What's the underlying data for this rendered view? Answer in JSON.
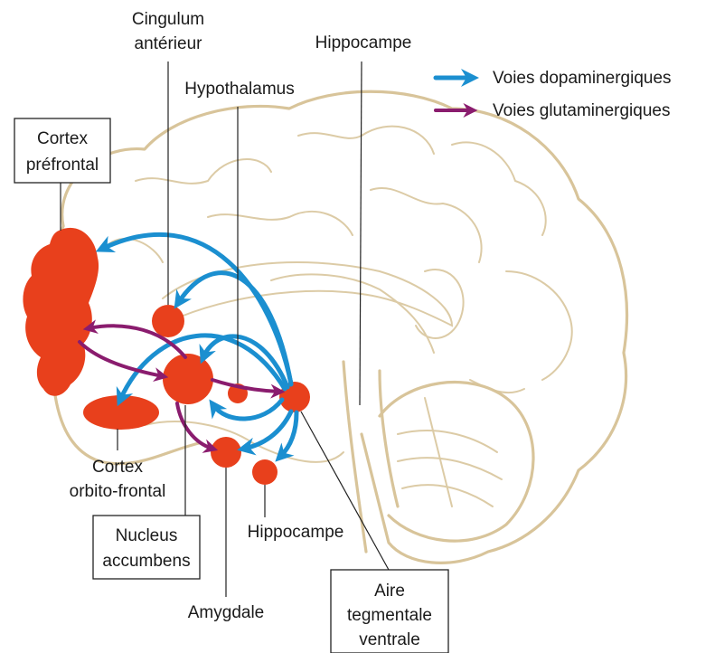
{
  "legend": {
    "dopaminergic": {
      "label": "Voies dopaminergiques",
      "color": "#1b8fd0"
    },
    "glutaminergic": {
      "label": "Voies glutaminergiques",
      "color": "#8a1c6e"
    }
  },
  "region_color": "#e8401c",
  "labels": {
    "cingulum": [
      "Cingulum",
      "antérieur"
    ],
    "hippocampe_top": "Hippocampe",
    "hypothalamus": "Hypothalamus",
    "cortex_prefrontal": [
      "Cortex",
      "préfrontal"
    ],
    "cortex_orbito": [
      "Cortex",
      "orbito-frontal"
    ],
    "nucleus": [
      "Nucleus",
      "accumbens"
    ],
    "hippocampe_bottom": "Hippocampe",
    "amygdale": "Amygdale",
    "aire_tegmentale": [
      "Aire",
      "tegmentale",
      "ventrale"
    ]
  }
}
